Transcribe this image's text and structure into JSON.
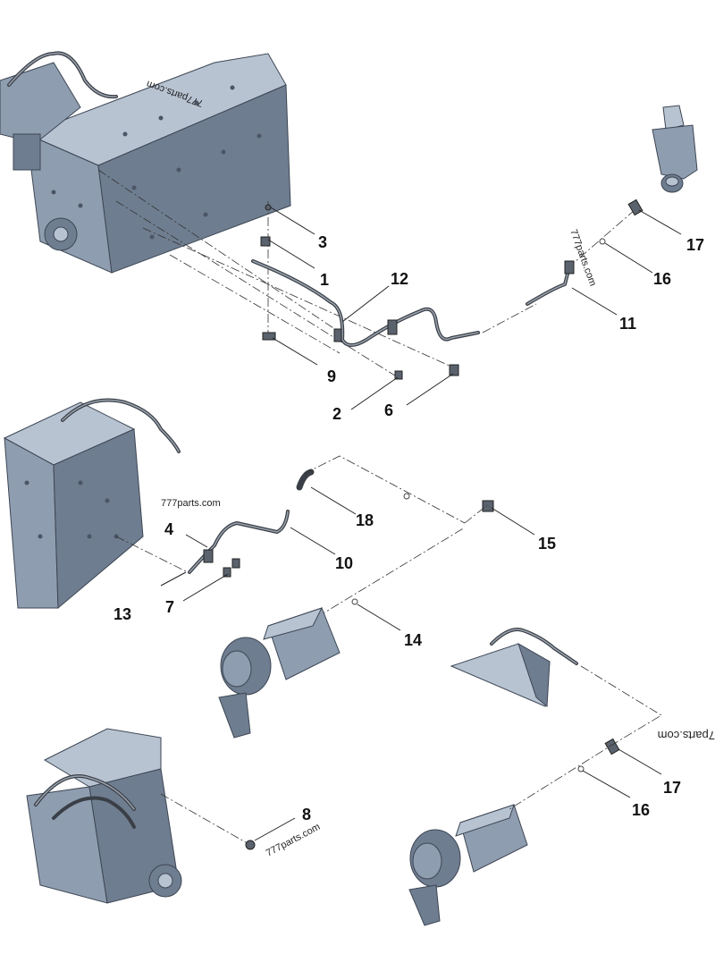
{
  "callouts": {
    "c1": "1",
    "c2": "2",
    "c3": "3",
    "c4": "4",
    "c5": "6",
    "c6": "7",
    "c7": "8",
    "c8": "9",
    "c9": "10",
    "c10": "11",
    "c11": "12",
    "c12": "13",
    "c13": "14",
    "c14": "15",
    "c15": "16",
    "c16": "17",
    "c17": "18",
    "c18": "16",
    "c19": "17"
  },
  "watermarks": {
    "w1": "777parts.com",
    "w2": "777parts.com",
    "w3": "777parts.com",
    "w4": "7parts.com",
    "w5": "777parts.com"
  }
}
